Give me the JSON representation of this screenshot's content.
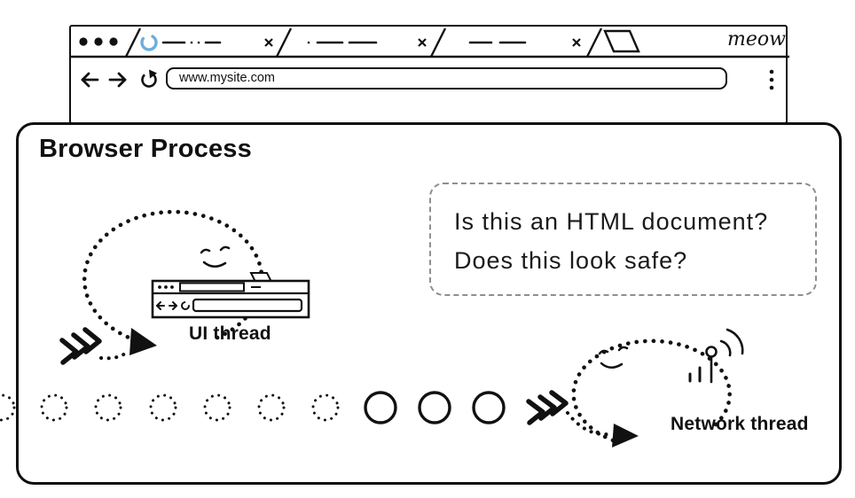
{
  "browser": {
    "brand": "meow",
    "url": "www.mysite.com",
    "tabs": [
      {
        "name": "tab-1",
        "loading": true
      },
      {
        "name": "tab-2",
        "loading": false
      },
      {
        "name": "tab-3",
        "loading": false
      }
    ]
  },
  "process": {
    "title": "Browser Process",
    "speech_bubble": {
      "line1": "Is this an HTML document?",
      "line2": "Does this look safe?"
    },
    "ui_thread": {
      "label": "UI thread"
    },
    "network_thread": {
      "label": "Network thread"
    }
  },
  "icons": {
    "traffic_lights": "three-filled-circles",
    "loading_spinner": "blue-arc",
    "tab_close": "x-cross",
    "new_tab": "parallelogram",
    "back": "left-arrow",
    "forward": "right-arrow",
    "reload": "circular-arrow",
    "menu": "kebab-dots",
    "speed_chevrons": "triple-chevron",
    "thread_loop": "dotted-circular-arrow-with-smiley",
    "network_antenna": "antenna-with-signal-waves"
  },
  "colors": {
    "ink": "#111111",
    "spinner_blue": "#6aaede",
    "bubble_border": "#8f8f8f",
    "background": "#ffffff"
  }
}
